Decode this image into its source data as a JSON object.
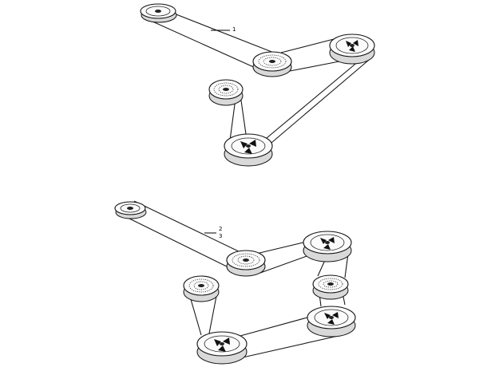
{
  "callouts": {
    "assembly_1": "1",
    "assembly_2_top": "2",
    "assembly_2_bottom": "3"
  },
  "assemblies": [
    {
      "id": "upper-belt-drive",
      "pulleys": [
        {
          "name": "idler-small",
          "style": "plain"
        },
        {
          "name": "tensioner",
          "style": "knurled"
        },
        {
          "name": "drive-right",
          "style": "spoked"
        },
        {
          "name": "idler-left",
          "style": "knurled"
        },
        {
          "name": "crank-bottom",
          "style": "spoked"
        }
      ]
    },
    {
      "id": "lower-belt-drive",
      "pulleys": [
        {
          "name": "idler-small",
          "style": "plain"
        },
        {
          "name": "tensioner",
          "style": "knurled"
        },
        {
          "name": "drive-right",
          "style": "spoked"
        },
        {
          "name": "idler-mid",
          "style": "knurled"
        },
        {
          "name": "idler-left",
          "style": "knurled"
        },
        {
          "name": "drive-lower-right",
          "style": "spoked"
        },
        {
          "name": "crank-bottom",
          "style": "spoked"
        }
      ]
    }
  ],
  "colors": {
    "line": "#111111",
    "background": "#ffffff"
  }
}
